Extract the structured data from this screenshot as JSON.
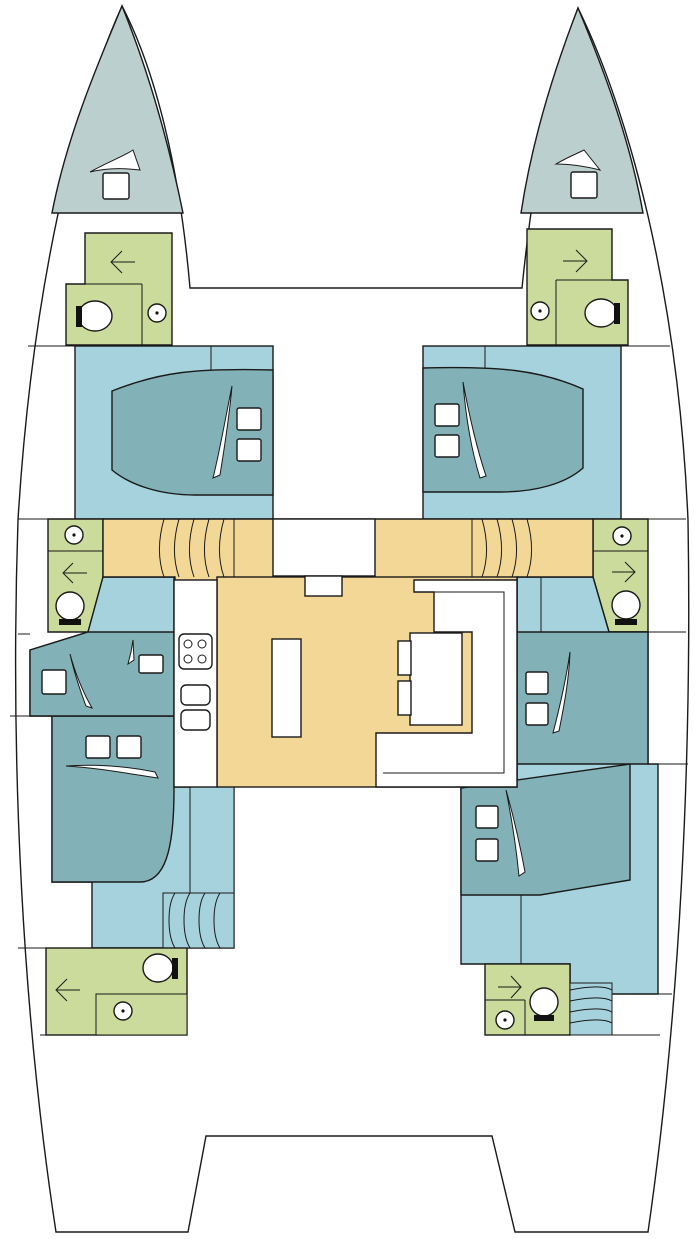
{
  "colors": {
    "background": "#ffffff",
    "line": "#1a1a1a",
    "bow": "#bccfcf",
    "head": "#cbdb9b",
    "cabin": "#a5d2dc",
    "bed": "#82b2b7",
    "saloon": "#f3d797",
    "fixture": "#ffffff",
    "toilet_seat": "#111111"
  },
  "legend": {
    "bow_locker": "bow-locker",
    "head": "head-compartment",
    "cabin": "cabin",
    "bed": "double-berth",
    "saloon": "saloon",
    "galley": "galley",
    "dinette": "dinette",
    "stairs": "companionway-steps"
  }
}
